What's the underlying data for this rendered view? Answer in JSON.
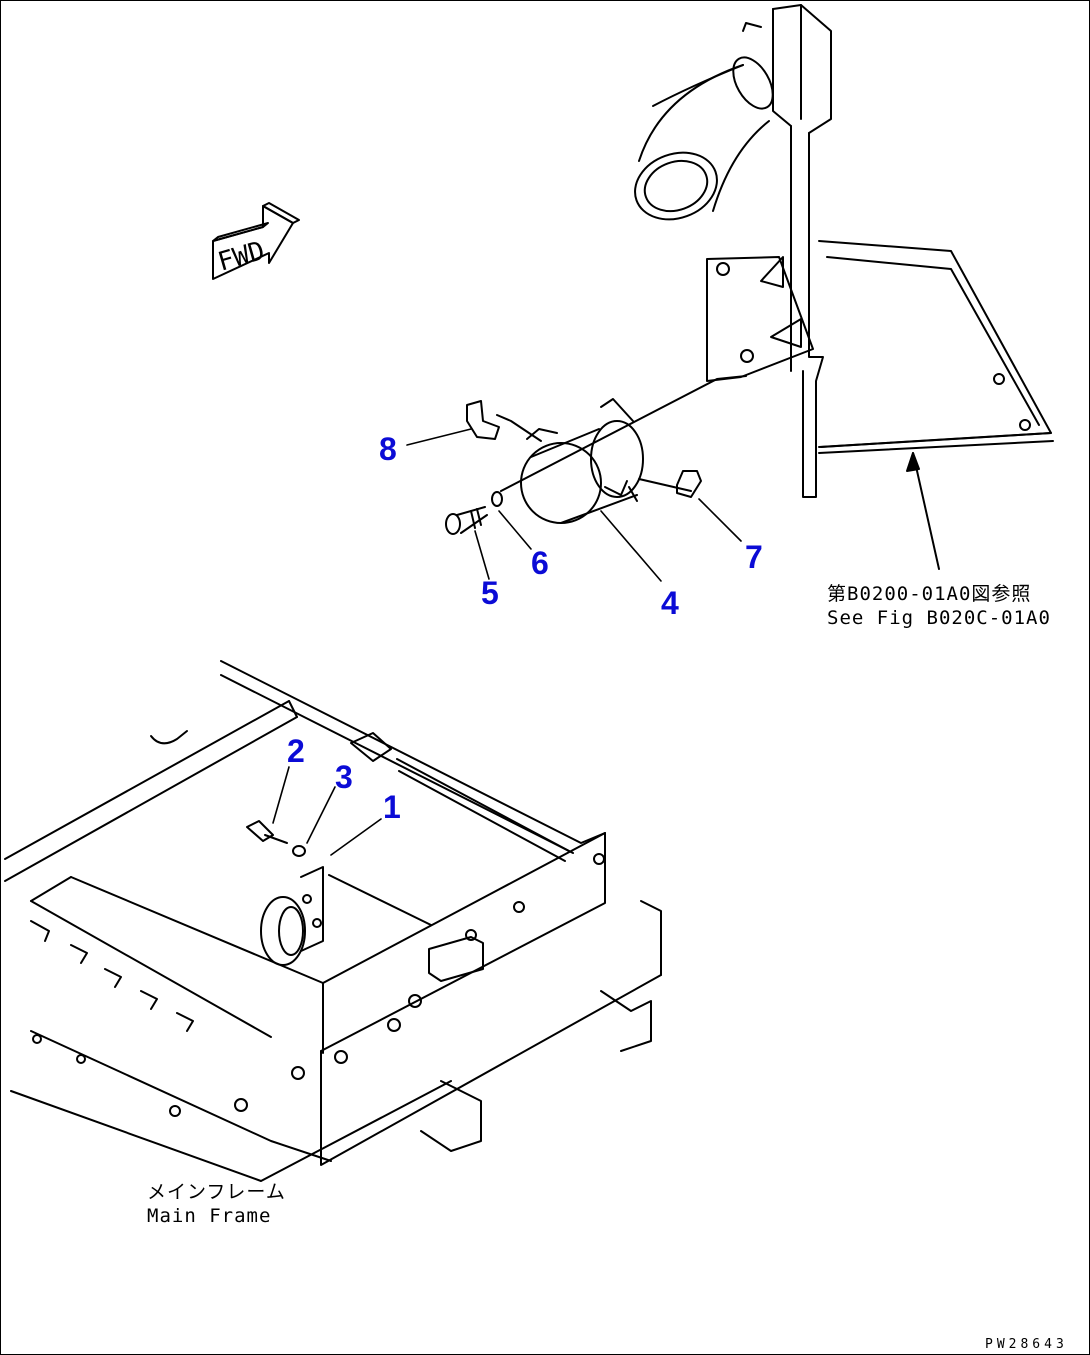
{
  "fwd_label": "FWD",
  "callouts": {
    "c1": "1",
    "c2": "2",
    "c3": "3",
    "c4": "4",
    "c5": "5",
    "c6": "6",
    "c7": "7",
    "c8": "8"
  },
  "notes": {
    "ref_jp": "第B0200-01A0図参照",
    "ref_en": "See Fig B020C-01A0",
    "frame_jp": "メインフレーム",
    "frame_en": "Main Frame"
  },
  "drawing_id": "PW28643",
  "colors": {
    "callout": "#0b0bd6",
    "line": "#000000"
  }
}
